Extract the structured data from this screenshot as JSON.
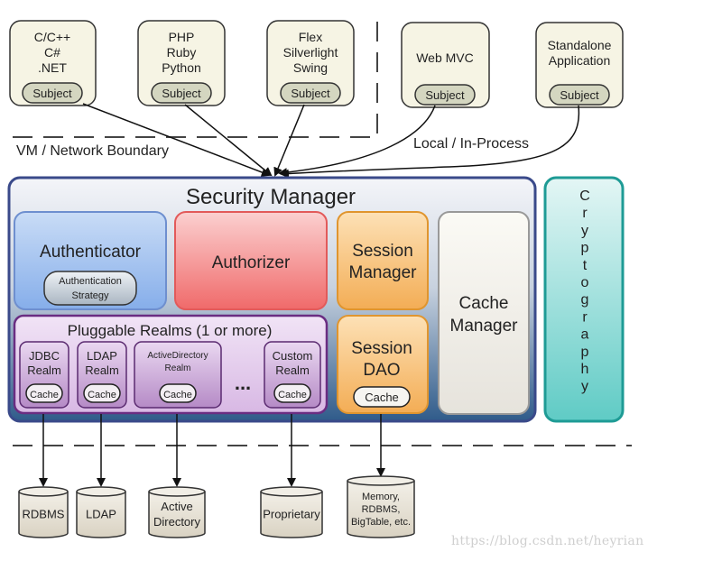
{
  "clients": [
    {
      "lines": [
        "C/C++",
        "C#",
        ".NET"
      ],
      "subject": "Subject"
    },
    {
      "lines": [
        "PHP",
        "Ruby",
        "Python"
      ],
      "subject": "Subject"
    },
    {
      "lines": [
        "Flex",
        "Silverlight",
        "Swing"
      ],
      "subject": "Subject"
    },
    {
      "lines": [
        "Web MVC"
      ],
      "subject": "Subject"
    },
    {
      "lines": [
        "Standalone",
        "Application"
      ],
      "subject": "Subject"
    }
  ],
  "boundaries": {
    "vm_network": "VM / Network Boundary",
    "local": "Local / In-Process"
  },
  "security_manager": {
    "title": "Security Manager",
    "authenticator": {
      "title": "Authenticator",
      "strategy": [
        "Authentication",
        "Strategy"
      ]
    },
    "authorizer": {
      "title": "Authorizer"
    },
    "session_manager": {
      "lines": [
        "Session",
        "Manager"
      ]
    },
    "cache_manager": {
      "lines": [
        "Cache",
        "Manager"
      ]
    },
    "session_dao": {
      "lines": [
        "Session",
        "DAO"
      ],
      "cache": "Cache"
    },
    "realms": {
      "title": "Pluggable Realms (1 or more)",
      "items": [
        {
          "lines": [
            "JDBC",
            "Realm"
          ],
          "cache": "Cache"
        },
        {
          "lines": [
            "LDAP",
            "Realm"
          ],
          "cache": "Cache"
        },
        {
          "lines": [
            "ActiveDirectory",
            "Realm"
          ],
          "cache": "Cache"
        },
        {
          "lines": [
            "Custom",
            "Realm"
          ],
          "cache": "Cache"
        }
      ],
      "ellipsis": "..."
    }
  },
  "cryptography": {
    "letters": [
      "C",
      "r",
      "y",
      "p",
      "t",
      "o",
      "g",
      "r",
      "a",
      "p",
      "h",
      "y"
    ]
  },
  "datastores": [
    {
      "lines": [
        "RDBMS"
      ]
    },
    {
      "lines": [
        "LDAP"
      ]
    },
    {
      "lines": [
        "Active",
        "Directory"
      ]
    },
    {
      "lines": [
        "Proprietary"
      ]
    },
    {
      "lines": [
        "Memory,",
        "RDBMS,",
        "BigTable, etc."
      ]
    }
  ],
  "watermark": "https://blog.csdn.net/heyrian",
  "colors": {
    "client_fill": "#f6f4e4",
    "subject_fill": "#d4d6c0",
    "sm_border": "#3a4a8a",
    "auth_fill": "#a9c8f0",
    "authz_fill": "#f47c7c",
    "session_fill": "#f6c27a",
    "cache_mgr_fill": "#f2f0ea",
    "realm_fill": "#e6cfee",
    "crypto_fill": "#b0e6e2",
    "db_fill": "#e8e3d6"
  }
}
